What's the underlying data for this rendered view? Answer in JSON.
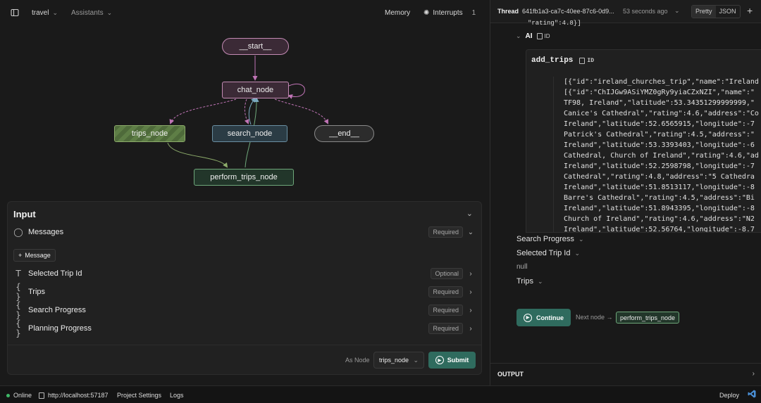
{
  "topbar": {
    "graph_name": "travel",
    "assistants_label": "Assistants",
    "memory_label": "Memory",
    "interrupts_label": "Interrupts",
    "interrupts_count": "1"
  },
  "graph": {
    "nodes": {
      "start": "__start__",
      "chat": "chat_node",
      "trips": "trips_node",
      "search": "search_node",
      "end": "__end__",
      "perform": "perform_trips_node"
    }
  },
  "input": {
    "title": "Input",
    "fields": [
      {
        "label": "Messages",
        "tag": "Required"
      },
      {
        "label": "Selected Trip Id",
        "tag": "Optional"
      },
      {
        "label": "Trips",
        "tag": "Required"
      },
      {
        "label": "Search Progress",
        "tag": "Required"
      },
      {
        "label": "Planning Progress",
        "tag": "Required"
      }
    ],
    "add_message_label": "Message",
    "as_node_label": "As Node",
    "as_node_value": "trips_node",
    "submit_label": "Submit"
  },
  "thread": {
    "label": "Thread",
    "id": "641fb1a3-ca7c-40ee-87c6-0d9...",
    "time": "53 seconds ago",
    "view_pretty": "Pretty",
    "view_json": "JSON",
    "truncated_line": "\"rating\":4.8}]",
    "ai_label": "AI",
    "id_label": "ID",
    "tool_name": "add_trips",
    "tool_lines": [
      "[{\"id\":\"ireland_churches_trip\",\"name\":\"Ireland",
      "[{\"id\":\"ChIJGw9ASiYMZ0gRy9yiaCZxNZI\",\"name\":\"",
      "TF98, Ireland\",\"latitude\":53.34351299999999,\"",
      "Canice's Cathedral\",\"rating\":4.6,\"address\":\"Co",
      "Ireland\",\"latitude\":52.6565915,\"longitude\":-7",
      "Patrick's Cathedral\",\"rating\":4.5,\"address\":\"",
      "Ireland\",\"latitude\":53.3393403,\"longitude\":-6",
      "Cathedral, Church of Ireland\",\"rating\":4.6,\"ad",
      "Ireland\",\"latitude\":52.2598798,\"longitude\":-7",
      "Cathedral\",\"rating\":4.8,\"address\":\"5 Cathedra",
      "Ireland\",\"latitude\":51.8513117,\"longitude\":-8",
      "Barre's Cathedral\",\"rating\":4.5,\"address\":\"Bi",
      "Ireland\",\"latitude\":51.8943395,\"longitude\":-8",
      "Church of Ireland\",\"rating\":4.6,\"address\":\"N2",
      "Ireland\",\"latitude\":52.56764,\"longitude\":-8.7"
    ],
    "search_progress_label": "Search Progress",
    "selected_trip_label": "Selected Trip Id",
    "null_value": "null",
    "trips_label": "Trips",
    "continue_label": "Continue",
    "next_node_label": "Next node →",
    "next_node_value": "perform_trips_node",
    "output_label": "OUTPUT"
  },
  "statusbar": {
    "online": "Online",
    "url": "http://localhost:57187",
    "project_settings": "Project Settings",
    "logs": "Logs",
    "deploy": "Deploy"
  }
}
